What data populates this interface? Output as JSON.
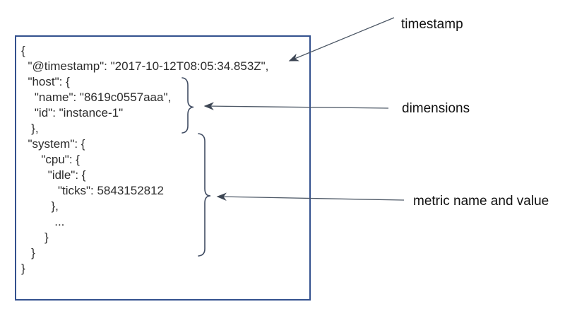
{
  "figure": {
    "json_document": {
      "lines": [
        "{",
        "  \"@timestamp\": \"2017-10-12T08:05:34.853Z\",",
        "  \"host\": {",
        "    \"name\": \"8619c0557aaa\",",
        "    \"id\": \"instance-1\"",
        "   },",
        "  \"system\": {",
        "      \"cpu\": {",
        "        \"idle\": {",
        "           \"ticks\": 5843152812",
        "         },",
        "          ...",
        "       }",
        "   }",
        "}"
      ],
      "fields": {
        "timestamp_key": "@timestamp",
        "timestamp_value": "2017-10-12T08:05:34.853Z",
        "host_name": "8619c0557aaa",
        "host_id": "instance-1",
        "metric_path": "system.cpu.idle.ticks",
        "metric_value": 5843152812
      }
    },
    "annotations": {
      "timestamp": {
        "label": "timestamp"
      },
      "dimensions": {
        "label": "dimensions"
      },
      "metric": {
        "label": "metric name and value"
      }
    },
    "colors": {
      "box_border": "#33518e",
      "code_text": "#2d2d2d",
      "annotation_text": "#111111",
      "arrow": "#4d5866",
      "arrowhead": "#3d4654",
      "brace": "#414d63",
      "background": "#ffffff"
    }
  }
}
